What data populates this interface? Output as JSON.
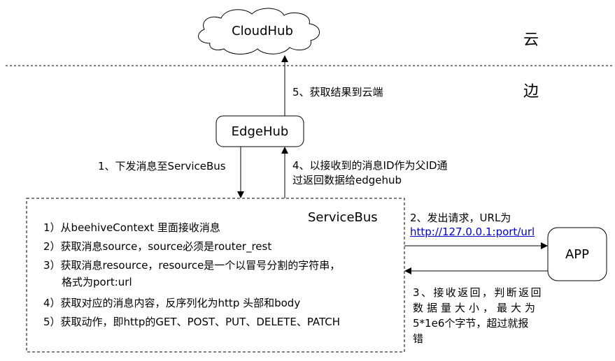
{
  "zones": {
    "cloud": "云",
    "edge": "边"
  },
  "nodes": {
    "cloudhub": "CloudHub",
    "edgehub": "EdgeHub",
    "servicebus": "ServiceBus",
    "app": "APP"
  },
  "arrows": {
    "step1": "1、下发消息至ServiceBus",
    "step4_line1": "4、以接收到的消息ID作为父ID通",
    "step4_line2": "过返回数据给edgehub",
    "step5": "5、获取结果到云端",
    "step2_line1": "2、发出请求，URL为",
    "step2_link": "http://127.0.0.1:port/url",
    "step3_line1": "3、接收返回，判断返回",
    "step3_line2": "数据量大小，最大为",
    "step3_line3": "5*1e6个字节，超过就报",
    "step3_line4": "错"
  },
  "servicebus_steps": [
    "1）从beehiveContext 里面接收消息",
    "2）获取消息source，source必须是router_rest",
    "3）获取消息resource，resource是一个以冒号分割的字符串，",
    "格式为port:url",
    "4）获取对应的消息内容，反序列化为http 头部和body",
    "5）获取动作，即http的GET、POST、PUT、DELETE、PATCH"
  ]
}
